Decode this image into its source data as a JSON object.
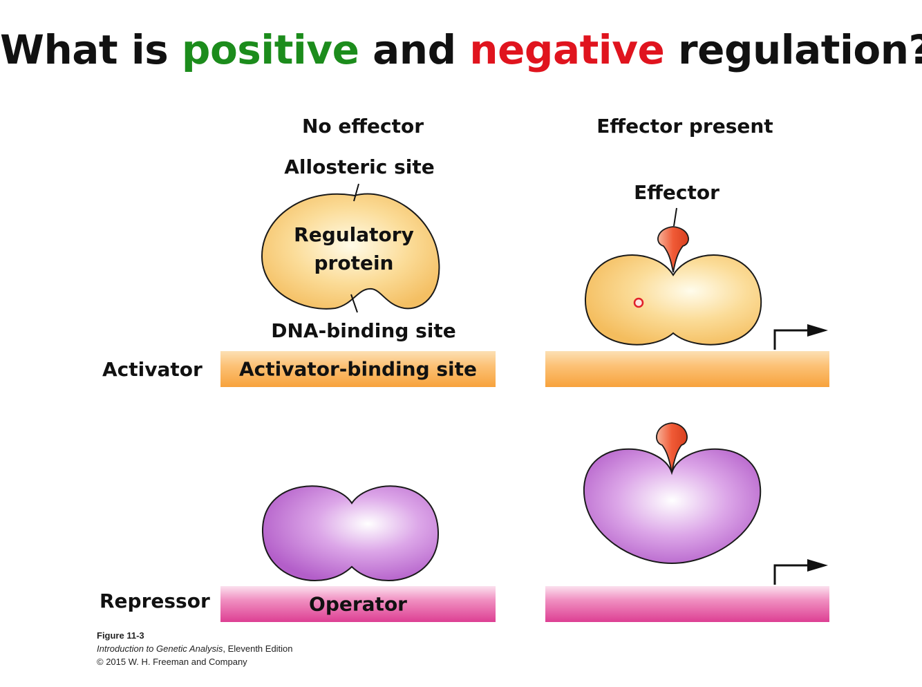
{
  "title": {
    "part1": "What is ",
    "positive": "positive",
    "part2": " and ",
    "negative": "negative",
    "part3": " regulation?"
  },
  "colors": {
    "positive": "#1c8c1c",
    "negative": "#e0141e",
    "activator_strip": "#f7a23c",
    "repressor_strip": "#dd3f93",
    "activator_protein": "#f8cf7f",
    "repressor_protein": "#c57ad7",
    "effector": "#f0603a"
  },
  "columns": {
    "no_effector": "No effector",
    "effector_present": "Effector present"
  },
  "labels": {
    "allosteric_site": "Allosteric site",
    "regulatory_protein_line1": "Regulatory",
    "regulatory_protein_line2": "protein",
    "dna_binding_site": "DNA-binding site",
    "effector": "Effector"
  },
  "rows": {
    "activator": "Activator",
    "repressor": "Repressor"
  },
  "strips": {
    "activator_binding_site": "Activator-binding site",
    "operator": "Operator"
  },
  "credits": {
    "figure": "Figure 11-3",
    "book": "Introduction to Genetic Analysis",
    "edition": ", Eleventh Edition",
    "copyright": "© 2015 W. H. Freeman and Company"
  }
}
